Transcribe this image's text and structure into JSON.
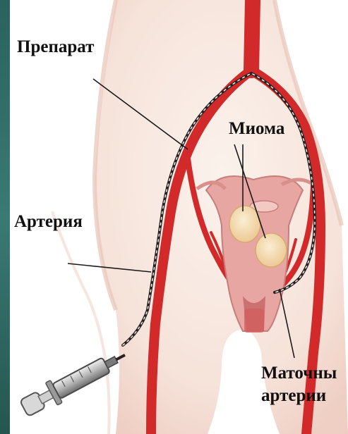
{
  "labels": {
    "drug": "Препарат",
    "myoma": "Миома",
    "artery": "Артерия",
    "uterine_arteries_line1": "Маточны",
    "uterine_arteries_line2": "артерии"
  },
  "colors": {
    "artery_red": "#d22a2a",
    "catheter_dark": "#2a2020",
    "skin_light": "#f9ede6",
    "skin_shadow": "#efcfc4",
    "uterus_pink": "#e7a6a2",
    "myoma_yellow": "#f4dcb0",
    "background_teal": "#2f6b67"
  },
  "icons": [
    "syringe-icon",
    "catheter-icon"
  ]
}
